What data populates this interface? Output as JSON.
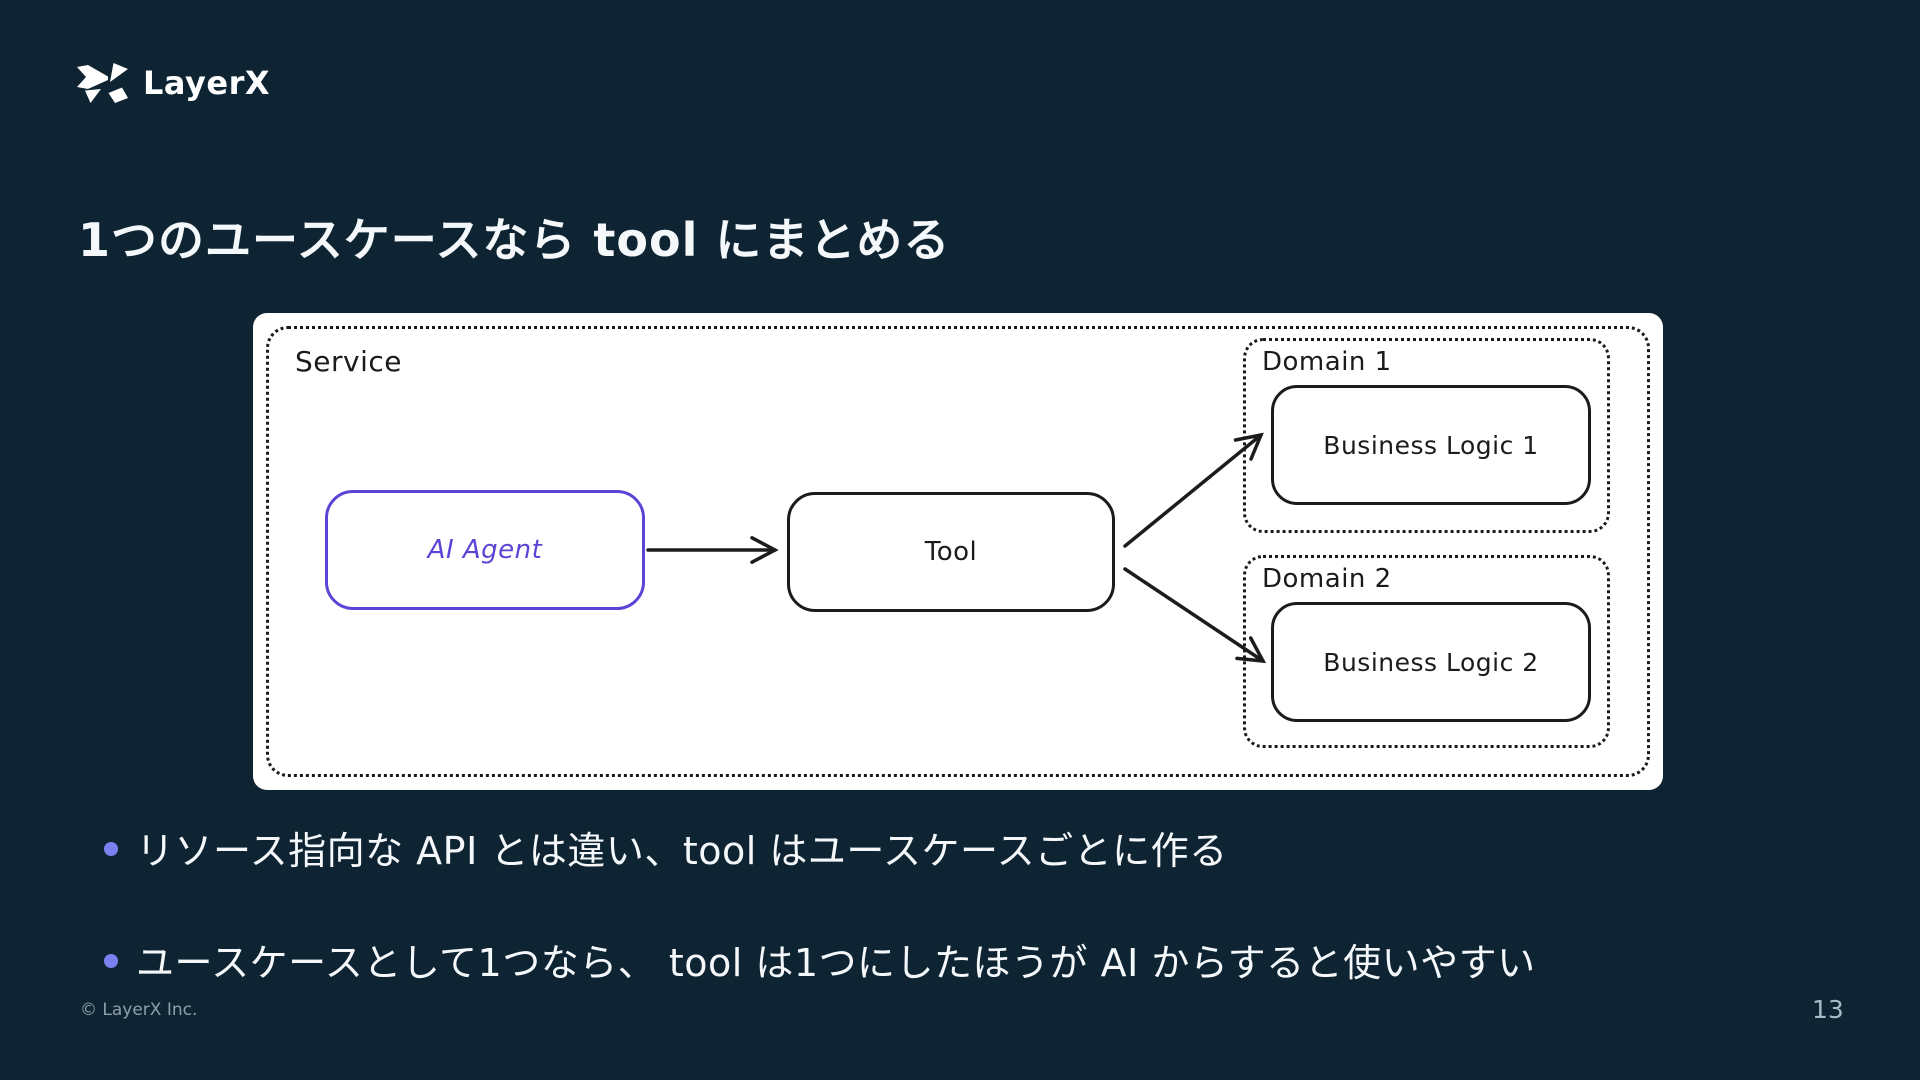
{
  "slide": {
    "background": "#0e2433",
    "logo": {
      "text": "LayerX"
    },
    "title": "1つのユースケースなら tool にまとめる",
    "bullets": [
      "リソース指向な API とは違い、tool はユースケースごとに作る",
      "ユースケースとして1つなら、 tool は1つにしたほうが AI からすると使いやすい"
    ],
    "bullet_dot_color": "#7b82ef",
    "footer": {
      "copyright": "© LayerX Inc.",
      "page_number": "13"
    }
  },
  "diagram": {
    "service_label": "Service",
    "ai_agent_label": "AI Agent",
    "tool_label": "Tool",
    "domain1_label": "Domain 1",
    "business_logic1_label": "Business Logic 1",
    "domain2_label": "Domain 2",
    "business_logic2_label": "Business Logic 2",
    "accent_color": "#5b44d6",
    "ink_color": "#1b1b1b"
  }
}
